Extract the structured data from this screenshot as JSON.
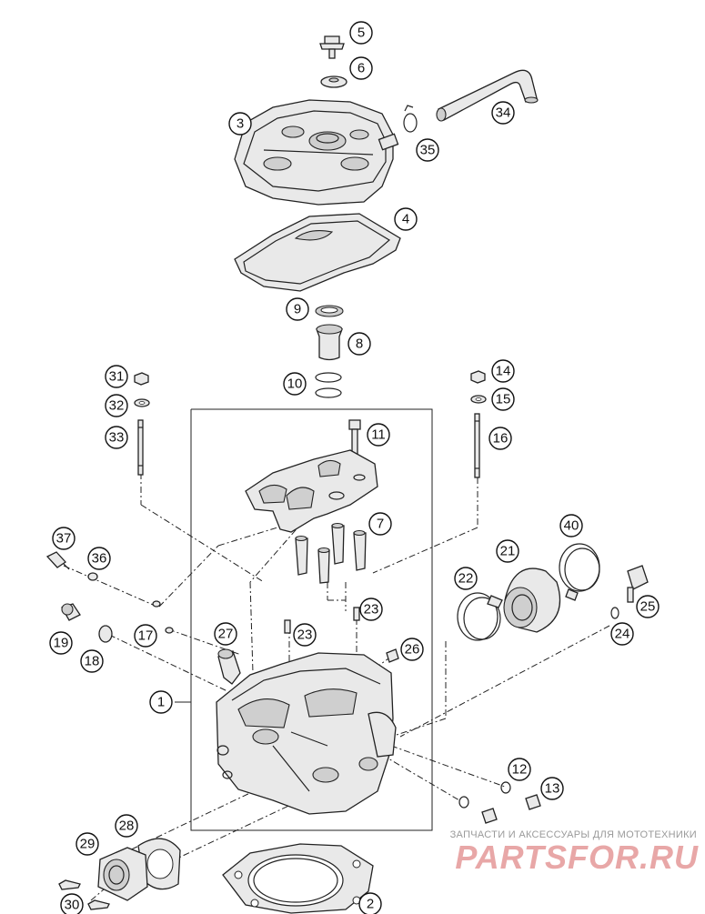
{
  "watermark": {
    "tagline": "ЗАПЧАСТИ И АКСЕССУАРЫ ДЛЯ МОТОТЕХНИКИ",
    "logo": "PARTSFOR.RU"
  },
  "callouts": {
    "c1": "1",
    "c2": "2",
    "c3": "3",
    "c4": "4",
    "c5": "5",
    "c6": "6",
    "c7": "7",
    "c8": "8",
    "c9": "9",
    "c10": "10",
    "c11": "11",
    "c12": "12",
    "c13": "13",
    "c14": "14",
    "c15": "15",
    "c16": "16",
    "c17": "17",
    "c18": "18",
    "c19": "19",
    "c21": "21",
    "c22": "22",
    "c23a": "23",
    "c23b": "23",
    "c24": "24",
    "c25": "25",
    "c26": "26",
    "c27": "27",
    "c28": "28",
    "c29": "29",
    "c30": "30",
    "c31": "31",
    "c32": "32",
    "c33": "33",
    "c34": "34",
    "c35": "35",
    "c36": "36",
    "c37": "37",
    "c40": "40"
  }
}
